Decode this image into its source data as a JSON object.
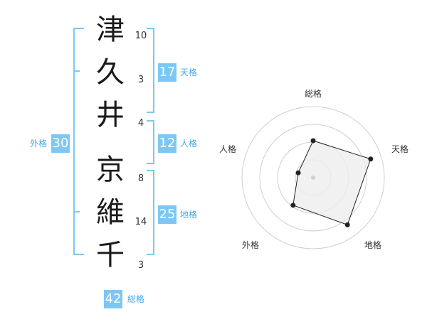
{
  "name_chars": [
    {
      "char": "津",
      "strokes": "10"
    },
    {
      "char": "久",
      "strokes": "3"
    },
    {
      "char": "井",
      "strokes": "4"
    },
    {
      "char": "京",
      "strokes": "8"
    },
    {
      "char": "維",
      "strokes": "14"
    },
    {
      "char": "千",
      "strokes": "3"
    }
  ],
  "fortunes": {
    "tenkaku": {
      "value": "17",
      "label": "天格"
    },
    "jinkaku": {
      "value": "12",
      "label": "人格"
    },
    "chikaku": {
      "value": "25",
      "label": "地格"
    },
    "gaikaku": {
      "value": "30",
      "label": "外格"
    },
    "soukaku": {
      "value": "42",
      "label": "総格"
    }
  },
  "radar": {
    "axes": [
      "総格",
      "天格",
      "地格",
      "外格",
      "人格"
    ],
    "levels": 4,
    "values": [
      0.52,
      0.85,
      0.82,
      0.48,
      0.22
    ],
    "colors": {
      "ring": "#cfcfcf",
      "fill": "#ededed",
      "line": "#222222",
      "point": "#222222",
      "center": "#cfcfcf"
    }
  },
  "colors": {
    "accent": "#7cc7f5",
    "bracket": "#7cc7f5",
    "label": "#45a7e8"
  }
}
